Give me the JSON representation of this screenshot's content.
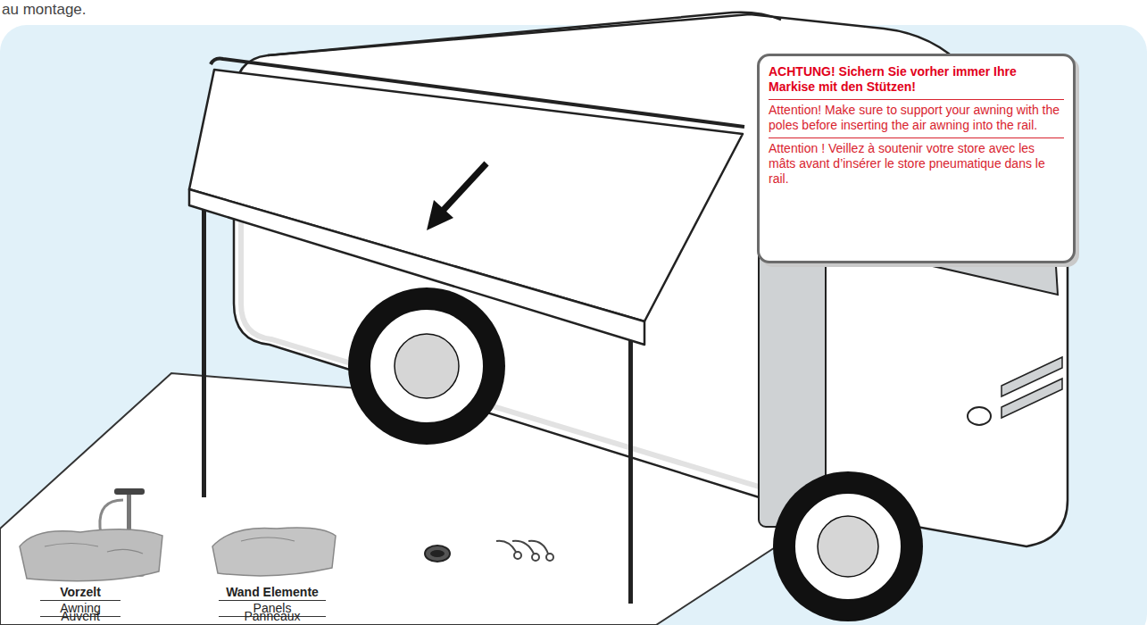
{
  "diagram": {
    "nodes": [
      {
        "text": [
          "ACHTUNG! Sichern Sie vorher immer Ihre Markise mit den Stützen!",
          "Attention! Make sure to support your awning with the poles before inserting the air awning into the rail.",
          "Attention ! Veillez à soutenir votre store avec les mâts avant d’insérer le store pneumatique dans le rail."
        ]
      }
    ],
    "labels": [
      "au montage.",
      "Vorzelt",
      "Awning",
      "Auvent",
      "Wand Elemente",
      "Panels",
      "Panneaux"
    ]
  }
}
